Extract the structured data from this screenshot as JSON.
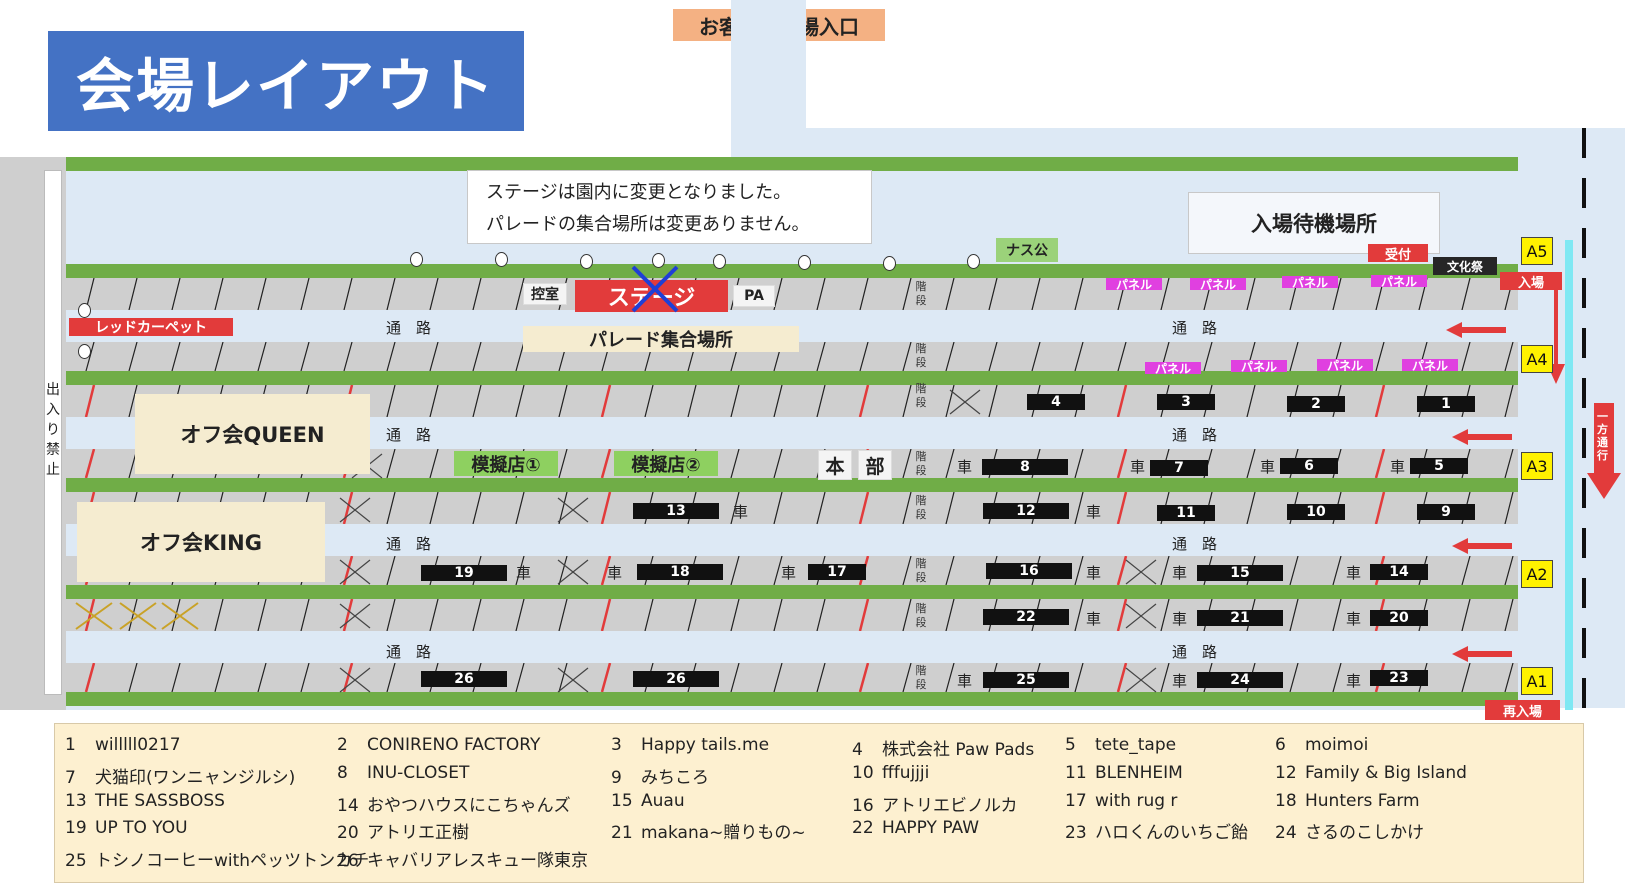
{
  "title": "会場レイアウト",
  "parking_entrance": "お客様駐車場入口",
  "notice_lines": [
    "ステージは園内に変更となりました。",
    "パレードの集合場所は変更ありません。"
  ],
  "waiting_area": "入場待機場所",
  "uketsuke": "受付",
  "bunkasai": "文化祭",
  "nyujo": "入場",
  "sainyujo": "再入場",
  "nasukou": "ナス公",
  "hikaeshitsu": "控室",
  "stage": "ステージ",
  "pa": "PA",
  "red_carpet": "レッドカーペット",
  "parade_area": "パレード集合場所",
  "no_entry": "出入り禁止",
  "one_way": "一方通行",
  "aisle": "通　路",
  "stairs": "階段",
  "car": "車",
  "honbu": [
    "本",
    "部"
  ],
  "off_queen": "オフ会QUEEN",
  "off_king": "オフ会KING",
  "shop1": "模擬店①",
  "shop2": "模擬店②",
  "panel": "パネル",
  "gates": [
    "A5",
    "A4",
    "A3",
    "A2",
    "A1"
  ],
  "colors": {
    "title_bg": "#4472c4",
    "green": "#70ad47",
    "red": "#e23b3b",
    "panel": "#e040e0"
  },
  "stall_numbers": [
    "1",
    "2",
    "3",
    "4",
    "5",
    "6",
    "7",
    "8",
    "9",
    "10",
    "11",
    "12",
    "13",
    "14",
    "15",
    "16",
    "17",
    "18",
    "19",
    "20",
    "21",
    "22",
    "23",
    "24",
    "25",
    "26",
    "26"
  ],
  "legend": [
    {
      "n": "1",
      "name": "willlll0217"
    },
    {
      "n": "2",
      "name": "CONIRENO FACTORY"
    },
    {
      "n": "3",
      "name": "Happy tails.me"
    },
    {
      "n": "4",
      "name": "株式会社 Paw Pads"
    },
    {
      "n": "5",
      "name": "tete_tape"
    },
    {
      "n": "6",
      "name": "moimoi"
    },
    {
      "n": "7",
      "name": "犬猫印(ワンニャンジルシ)"
    },
    {
      "n": "8",
      "name": "INU-CLOSET"
    },
    {
      "n": "9",
      "name": "みちころ"
    },
    {
      "n": "10",
      "name": "fffujjji"
    },
    {
      "n": "11",
      "name": "BLENHEIM"
    },
    {
      "n": "12",
      "name": "Family & Big Island"
    },
    {
      "n": "13",
      "name": "THE SASSBOSS"
    },
    {
      "n": "14",
      "name": "おやつハウスにこちゃんズ"
    },
    {
      "n": "15",
      "name": "Auau"
    },
    {
      "n": "16",
      "name": "アトリエビノルカ"
    },
    {
      "n": "17",
      "name": "with rug r"
    },
    {
      "n": "18",
      "name": "Hunters Farm"
    },
    {
      "n": "19",
      "name": "UP TO YOU"
    },
    {
      "n": "20",
      "name": "アトリエ正樹"
    },
    {
      "n": "21",
      "name": "makana~贈りもの~"
    },
    {
      "n": "22",
      "name": "HAPPY PAW"
    },
    {
      "n": "23",
      "name": "ハロくんのいちご飴"
    },
    {
      "n": "24",
      "name": "さるのこしかけ"
    },
    {
      "n": "25",
      "name": "トシノコーヒーwithペッツトンカチ"
    },
    {
      "n": "26",
      "name": "キャバリアレスキュー隊東京"
    }
  ]
}
